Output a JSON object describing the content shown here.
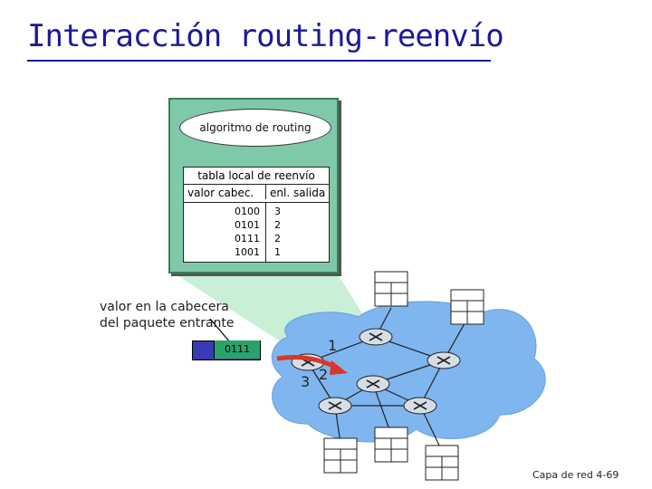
{
  "title": "Interacción routing-reenvío",
  "algorithm": "algoritmo de routing",
  "table": {
    "title": "tabla local de reenvío",
    "header_value": "valor cabec.",
    "header_link": "enl. salida",
    "rows": [
      {
        "value": "0100",
        "link": "3"
      },
      {
        "value": "0101",
        "link": "2"
      },
      {
        "value": "0111",
        "link": "2"
      },
      {
        "value": "1001",
        "link": "1"
      }
    ]
  },
  "incoming_label_line1": "valor en la cabecera",
  "incoming_label_line2": "del paquete entrante",
  "packet_header": "0111",
  "ports": {
    "p1": "1",
    "p2": "2",
    "p3": "3"
  },
  "footer": "Capa de red   4-69",
  "colors": {
    "title": "#1a1a9a",
    "router_panel": "#7fc9a8",
    "cloud": "#7fb6ef",
    "packet": "#3a3ab5",
    "header": "#29a36a",
    "arrow": "#d9362a"
  }
}
